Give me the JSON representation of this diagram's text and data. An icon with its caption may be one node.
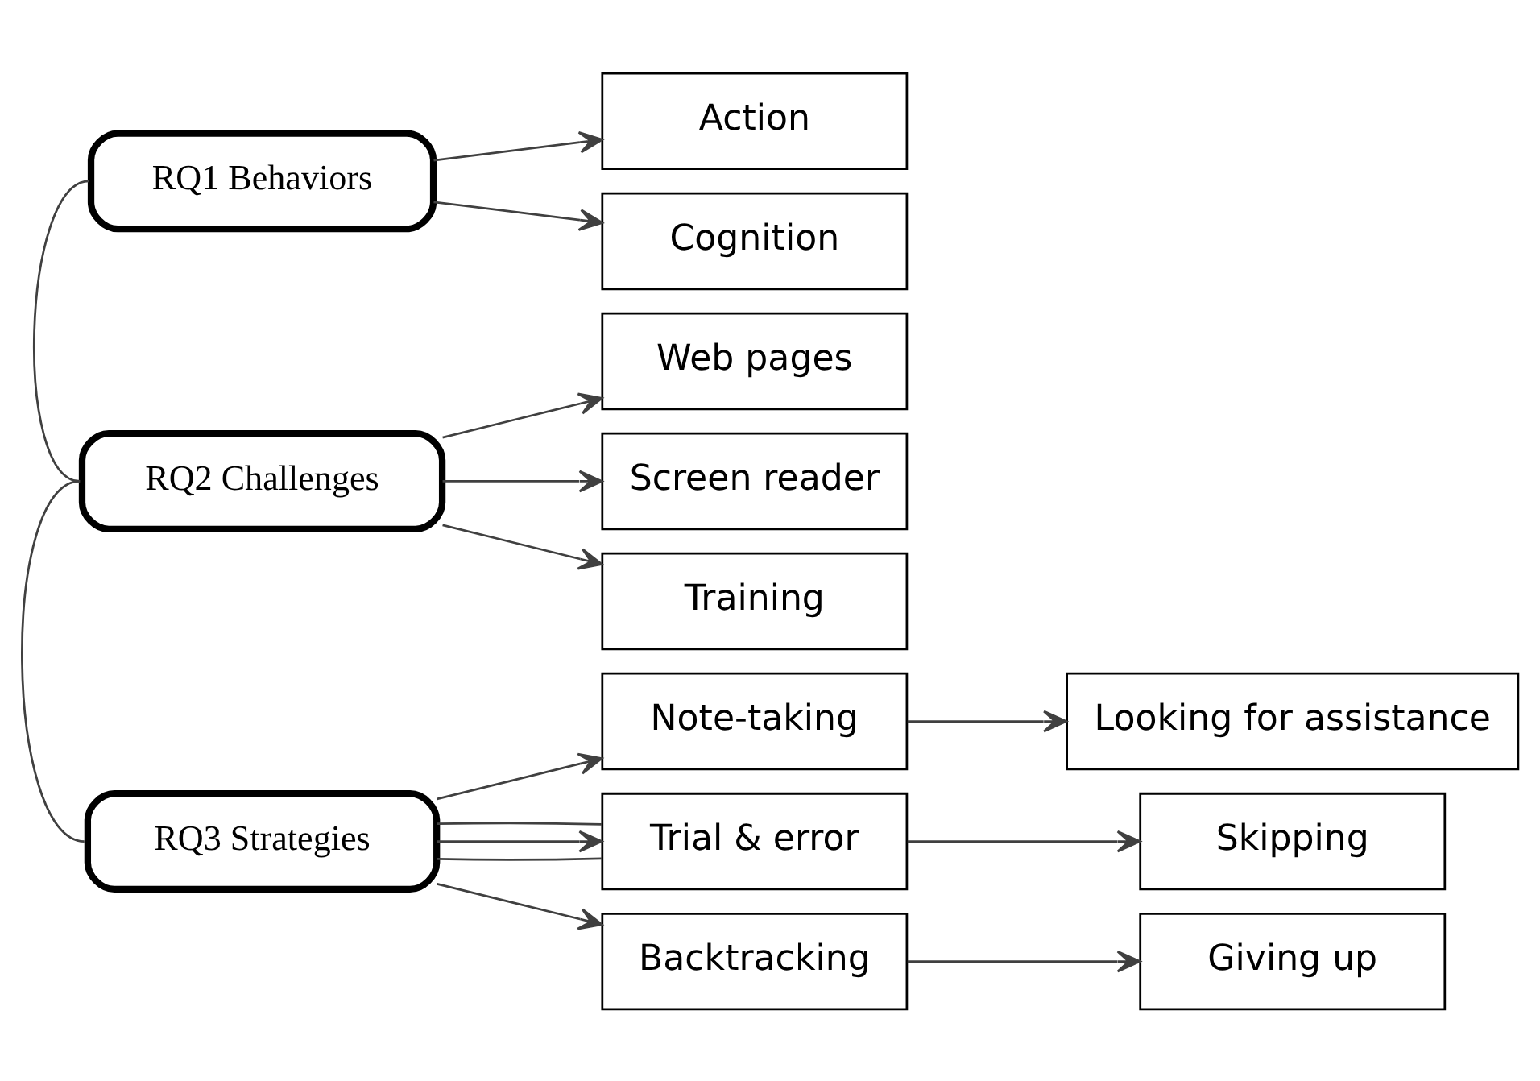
{
  "diagram": {
    "nodes": [
      {
        "text": [
          "RQ1 Behaviors"
        ]
      },
      {
        "text": [
          "Action"
        ]
      },
      {
        "text": [
          "Cognition"
        ]
      },
      {
        "text": [
          "RQ2 Challenges"
        ]
      },
      {
        "text": [
          "Web pages"
        ]
      },
      {
        "text": [
          "Screen reader"
        ]
      },
      {
        "text": [
          "Training"
        ]
      },
      {
        "text": [
          "RQ3 Strategies"
        ]
      },
      {
        "text": [
          "Note-taking"
        ]
      },
      {
        "text": [
          "Trial & error"
        ]
      },
      {
        "text": [
          "Backtracking"
        ]
      },
      {
        "text": [
          "Looking for assistance"
        ]
      },
      {
        "text": [
          "Skipping"
        ]
      },
      {
        "text": [
          "Giving up"
        ]
      }
    ],
    "edges": [
      {
        "from": 0,
        "to": 3,
        "arrow": "none"
      },
      {
        "from": 3,
        "to": 7,
        "arrow": "none"
      },
      {
        "from": 0,
        "to": 1,
        "arrow": "to"
      },
      {
        "from": 0,
        "to": 2,
        "arrow": "to"
      },
      {
        "from": 3,
        "to": 4,
        "arrow": "to"
      },
      {
        "from": 3,
        "to": 5,
        "arrow": "to"
      },
      {
        "from": 3,
        "to": 6,
        "arrow": "to"
      },
      {
        "from": 7,
        "to": 8,
        "arrow": "to"
      },
      {
        "from": 7,
        "to": 9,
        "arrow": "none"
      },
      {
        "from": 7,
        "to": 9,
        "arrow": "to"
      },
      {
        "from": 7,
        "to": 9,
        "arrow": "none"
      },
      {
        "from": 7,
        "to": 10,
        "arrow": "to"
      },
      {
        "from": 8,
        "to": 11,
        "arrow": "to"
      },
      {
        "from": 9,
        "to": 12,
        "arrow": "to"
      },
      {
        "from": 10,
        "to": 13,
        "arrow": "to"
      }
    ]
  }
}
